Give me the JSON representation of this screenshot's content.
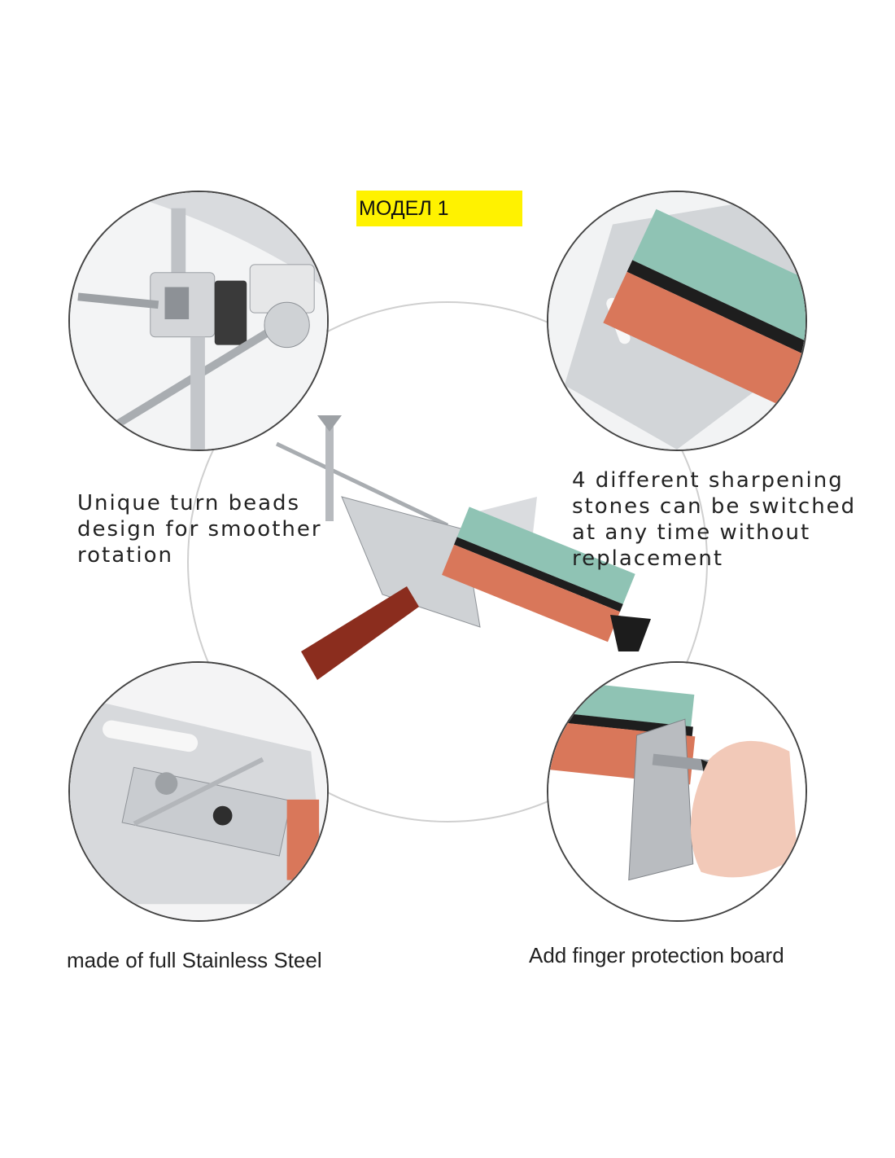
{
  "badge": "МОДЕЛ 1",
  "features": [
    {
      "lines": [
        "Unique turn beads",
        "design for smoother",
        "rotation"
      ]
    },
    {
      "lines": [
        "4 different sharpening",
        "stones can be switched",
        "at any time without",
        "replacement"
      ]
    },
    {
      "lines": [
        "made of full Stainless Steel"
      ]
    },
    {
      "lines": [
        "Add finger protection board"
      ]
    }
  ],
  "colors": {
    "badge_bg": "#fff200",
    "stone_green": "#8fc3b4",
    "stone_orange": "#d9775a",
    "steel": "#c7c9cc",
    "handle": "#8b2d1e"
  }
}
